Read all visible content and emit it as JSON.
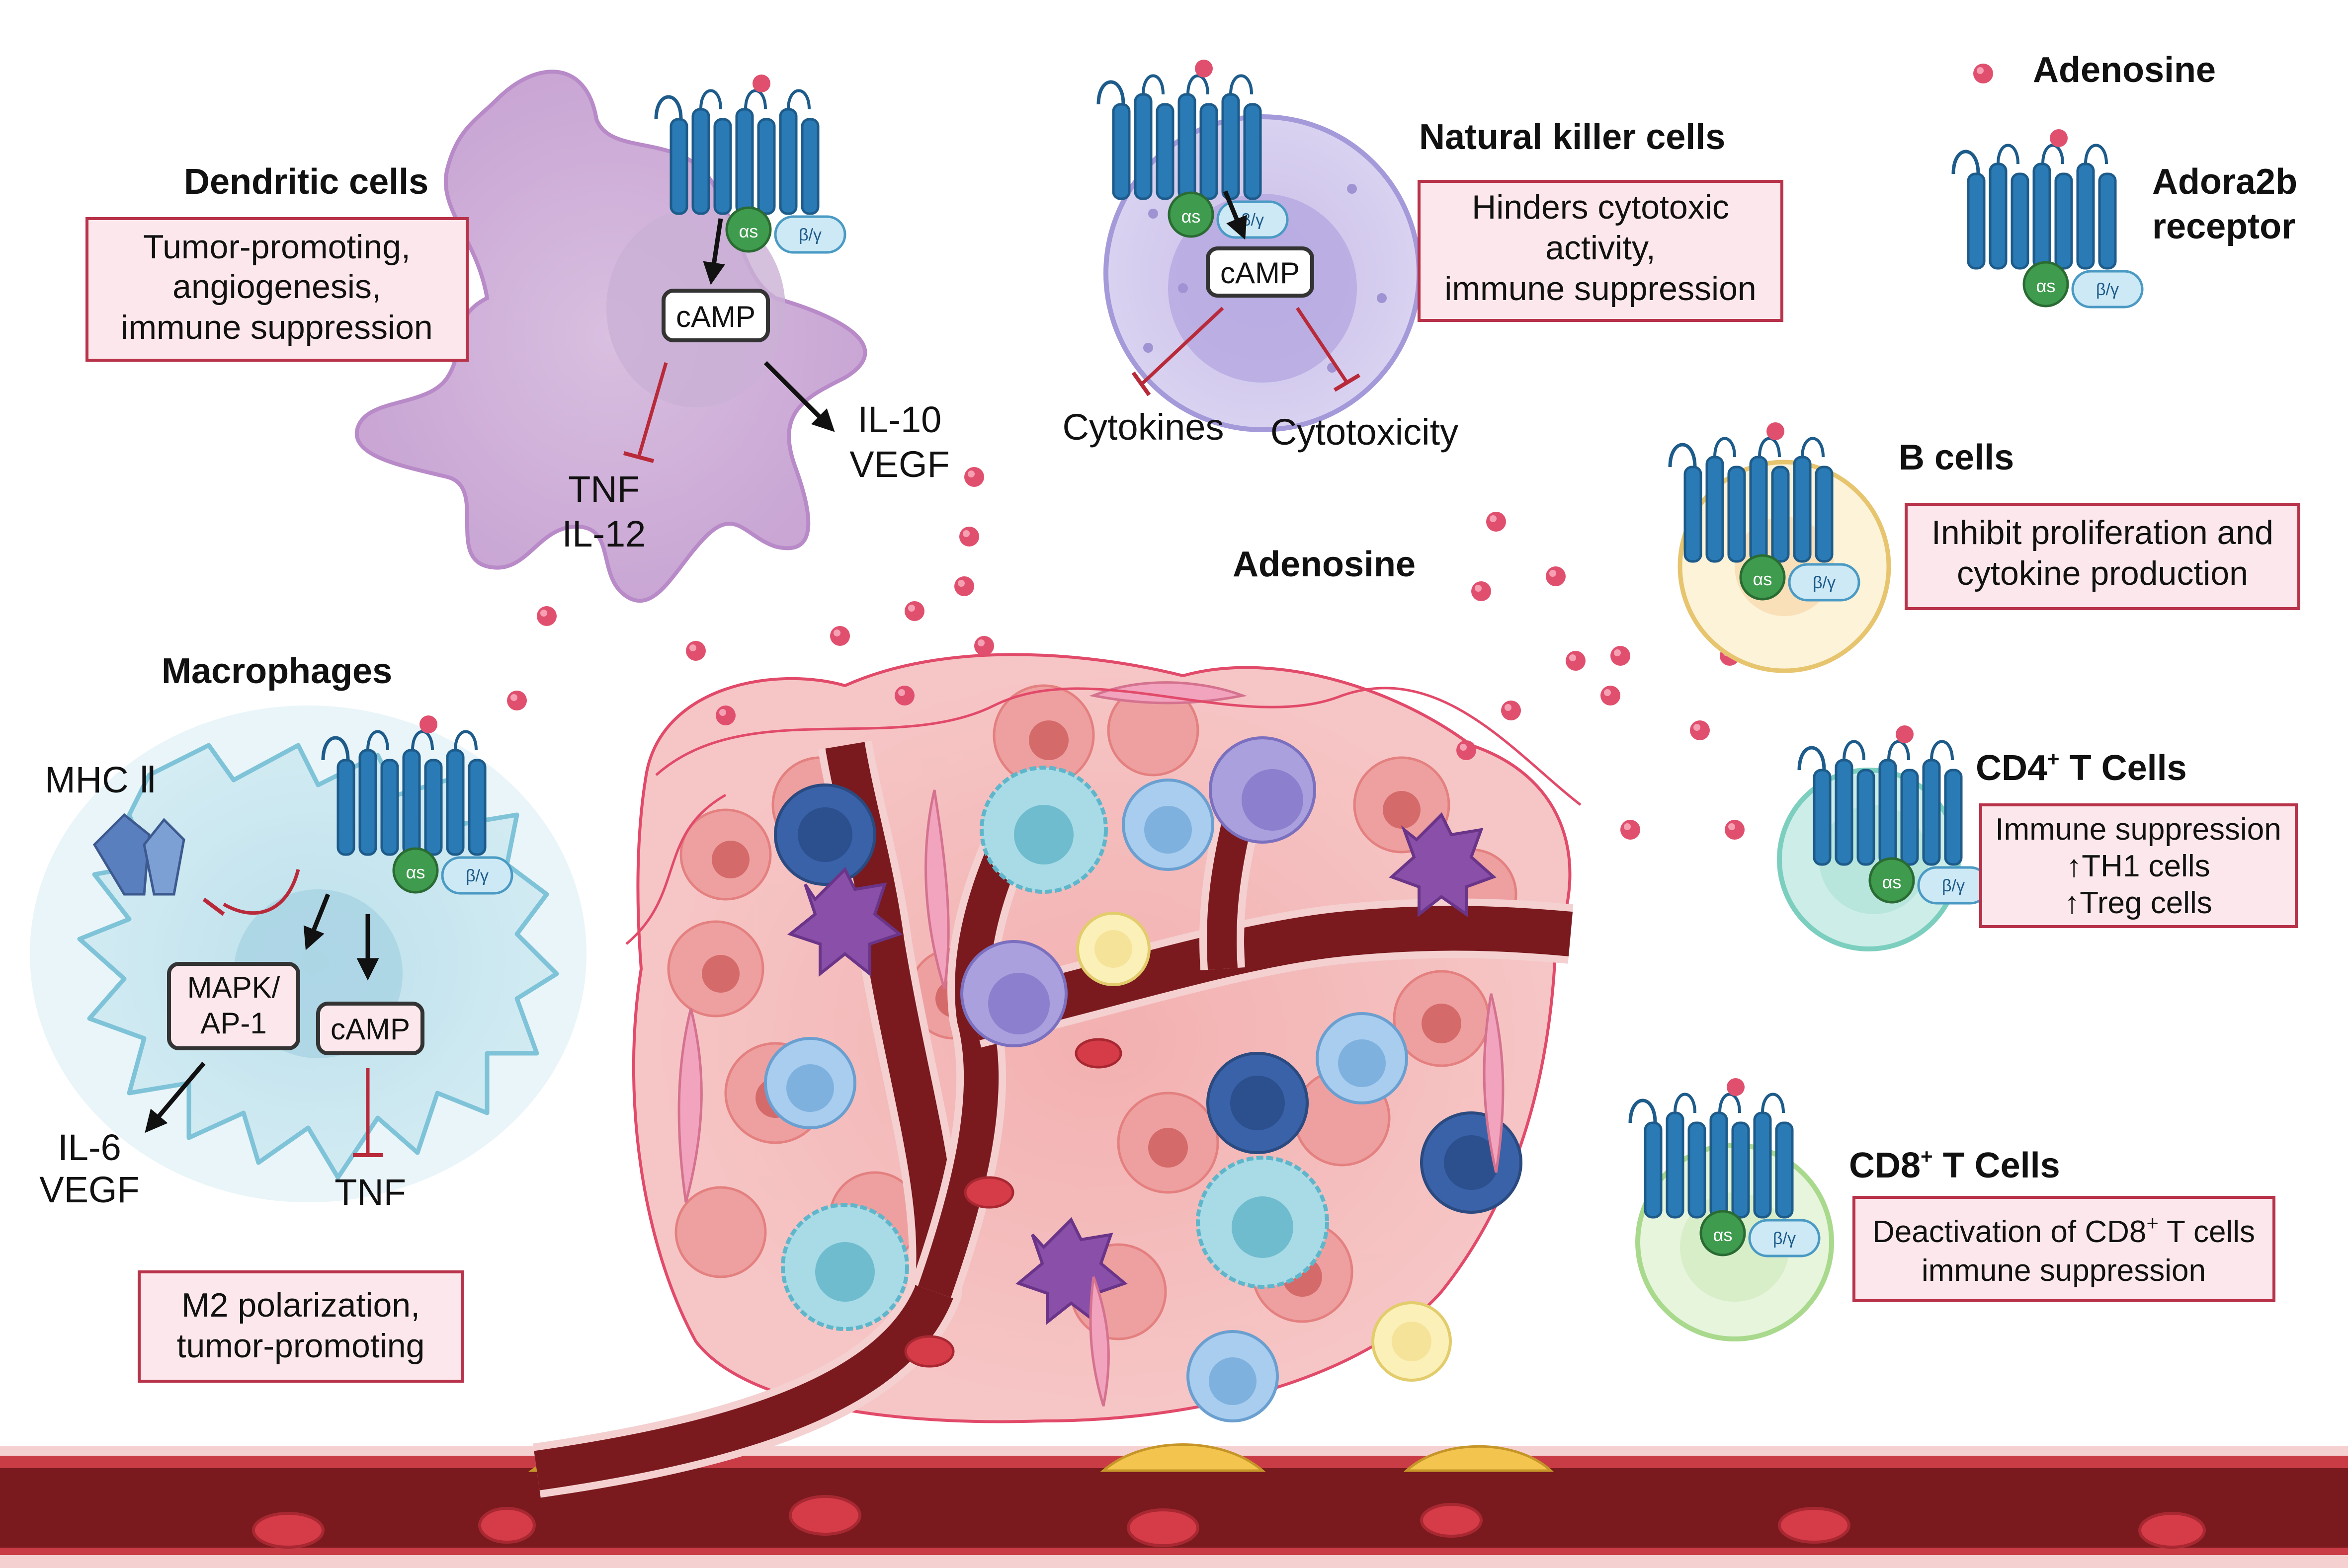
{
  "legend": {
    "adenosine": "Adenosine",
    "receptor_line1": "Adora2b",
    "receptor_line2": "receptor"
  },
  "receptor": {
    "alpha_s": "αs",
    "beta_gamma": "β/γ"
  },
  "dendritic": {
    "title": "Dendritic cells",
    "box": [
      "Tumor-promoting,",
      "angiogenesis,",
      "immune suppression"
    ],
    "camp": "cAMP",
    "inhibited": [
      "TNF",
      "IL-12"
    ],
    "induced": [
      "IL-10",
      "VEGF"
    ]
  },
  "nk": {
    "title": "Natural killer cells",
    "box": [
      "Hinders cytotoxic",
      "activity,",
      "immune suppression"
    ],
    "camp": "cAMP",
    "inhibited_left": "Cytokines",
    "inhibited_right": "Cytotoxicity"
  },
  "bcells": {
    "title": "B cells",
    "box": [
      "Inhibit proliferation and",
      "cytokine production"
    ]
  },
  "cd4": {
    "title_main": "CD4",
    "title_sup": "+",
    "title_rest": " T Cells",
    "box": [
      "Immune suppression",
      "↑TH1 cells",
      "↑Treg cells"
    ]
  },
  "cd8": {
    "title_main": "CD8",
    "title_sup": "+",
    "title_rest": " T Cells",
    "box_line1_main": "Deactivation of CD8",
    "box_line1_sup": "+",
    "box_line1_rest": " T cells",
    "box_line2": "immune suppression"
  },
  "macrophages": {
    "title": "Macrophages",
    "mhc": "MHC Ⅱ",
    "mapk": [
      "MAPK/",
      "AP-1"
    ],
    "camp": "cAMP",
    "induced": [
      "IL-6",
      "VEGF"
    ],
    "inhibited": "TNF",
    "box": [
      "M2 polarization,",
      "tumor-promoting"
    ]
  },
  "tumor": {
    "adenosine_label": "Adenosine"
  },
  "colors": {
    "receptor": "#2a7ab5",
    "adenosine": "#e0506e",
    "box_fill": "#fce8ec",
    "box_border": "#b8324a",
    "inhibit": "#b82a3a",
    "vessel": "#7a1a1e"
  }
}
